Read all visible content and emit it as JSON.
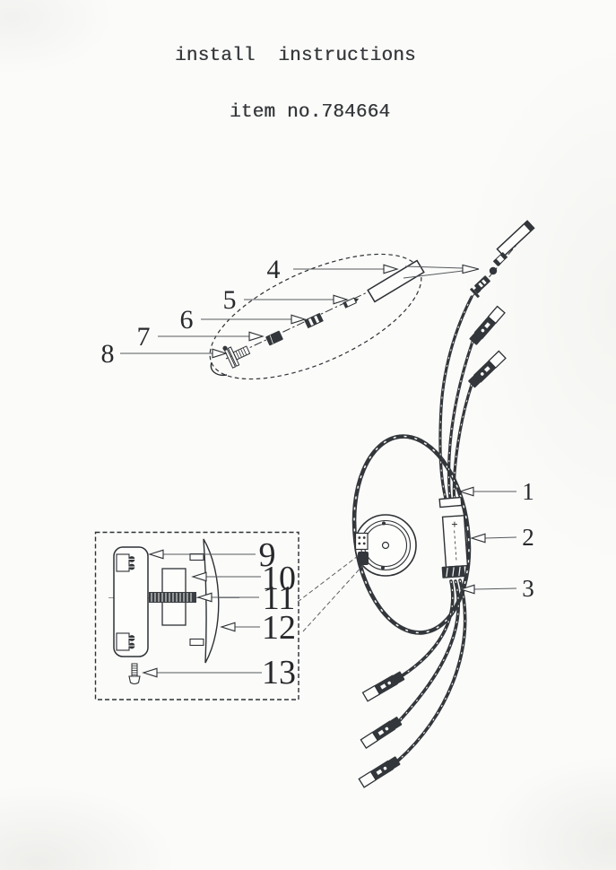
{
  "document": {
    "title": "install  instructions",
    "item_no": "item no.784664"
  },
  "callouts": {
    "c1": "1",
    "c2": "2",
    "c3": "3",
    "c4": "4",
    "c5": "5",
    "c6": "6",
    "c7": "7",
    "c8": "8",
    "c9": "9",
    "c10": "10",
    "c11": "11",
    "c12": "12",
    "c13": "13"
  },
  "marks": {
    "sleeve_plus": "+"
  },
  "colors": {
    "paper": "#fbfbf9",
    "ink": "#2d3135",
    "leader": "#55595d"
  }
}
